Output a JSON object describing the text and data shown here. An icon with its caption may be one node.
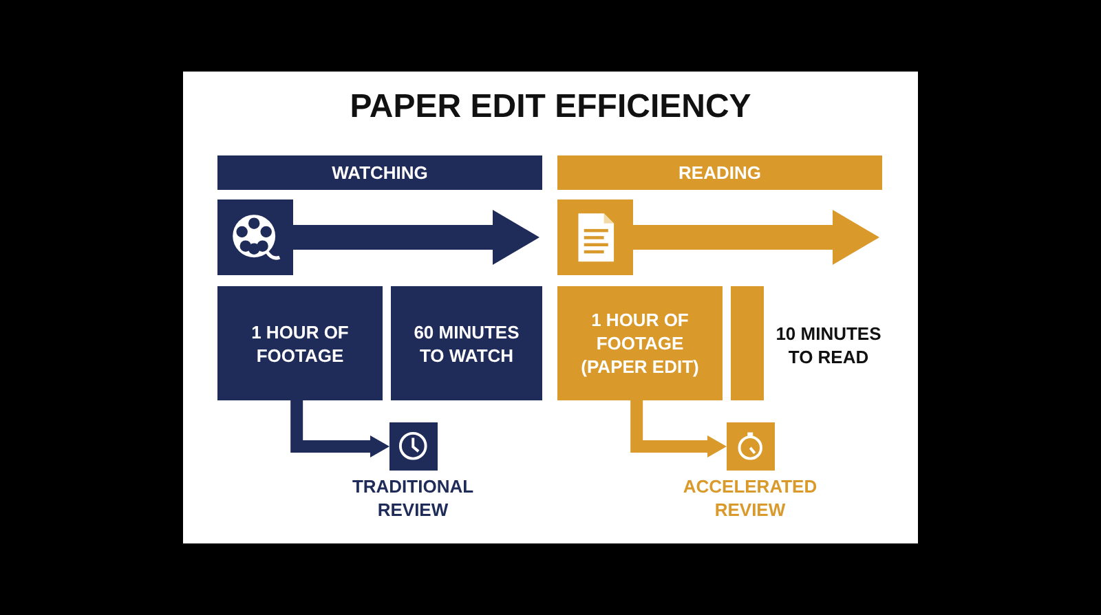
{
  "diagram": {
    "title": "PAPER EDIT EFFICIENCY",
    "nodes": [
      {
        "text": [
          "WATCHING"
        ]
      },
      {
        "text": [],
        "shape": "picture"
      },
      {
        "text": [
          "1 HOUR OF FOOTAGE"
        ]
      },
      {
        "text": [
          "60 MINUTES TO WATCH"
        ]
      },
      {
        "text": [],
        "shape": "picture",
        "beside": [
          "TRADITIONAL REVIEW"
        ]
      },
      {
        "text": [
          "READING"
        ]
      },
      {
        "text": [],
        "shape": "picture"
      },
      {
        "text": [
          "1 HOUR OF FOOTAGE (PAPER EDIT)"
        ]
      },
      {
        "text": [],
        "shape": "bar",
        "beside": [
          "10 MINUTES TO READ"
        ]
      },
      {
        "text": [],
        "shape": "picture",
        "beside": [
          "ACCELERATED REVIEW"
        ]
      }
    ],
    "edges": [
      {
        "from": 1,
        "to": null,
        "arrow": "to",
        "style": "thick",
        "color": "#1f2b58"
      },
      {
        "from": 2,
        "to": 4,
        "arrow": "to",
        "color": "#1f2b58"
      },
      {
        "from": 6,
        "to": null,
        "arrow": "to",
        "style": "thick",
        "color": "#d99a2b"
      },
      {
        "from": 7,
        "to": 9,
        "arrow": "to",
        "color": "#d99a2b"
      }
    ]
  }
}
